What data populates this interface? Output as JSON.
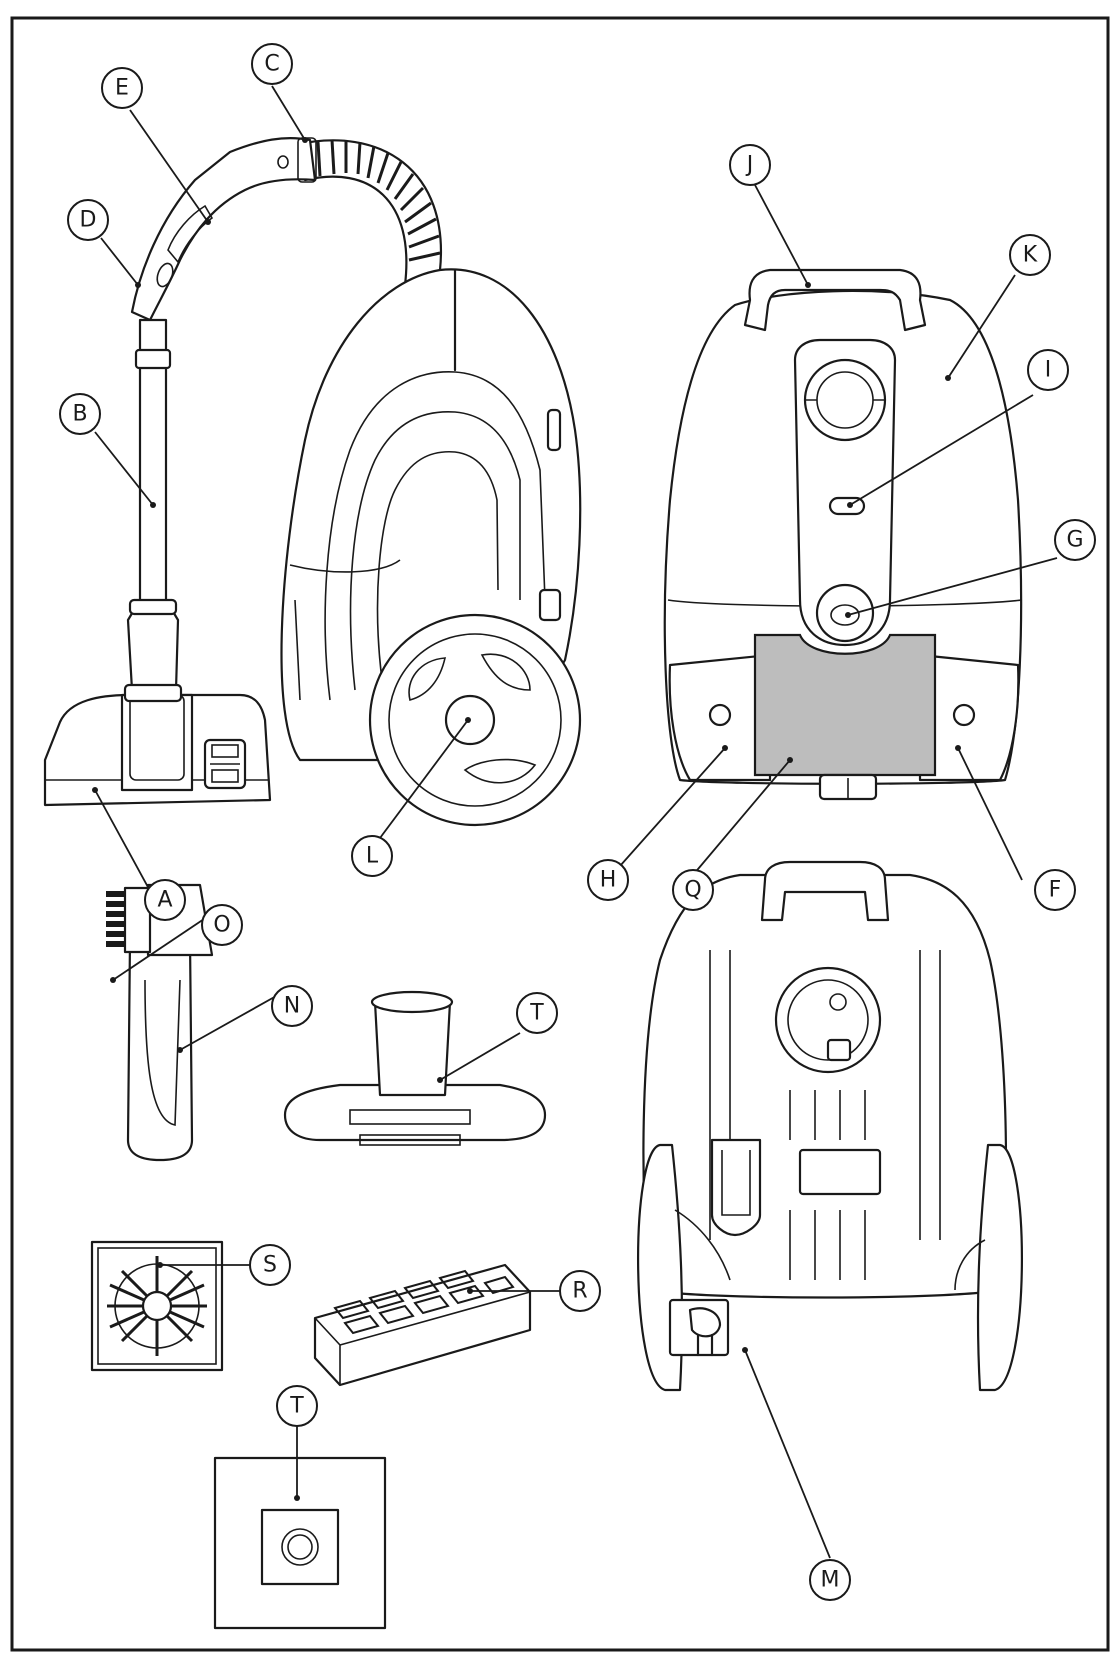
{
  "colors": {
    "ink": "#1a1a1a",
    "paper": "#ffffff"
  },
  "callouts": {
    "A": "A",
    "B": "B",
    "C": "C",
    "D": "D",
    "E": "E",
    "F": "F",
    "G": "G",
    "H": "H",
    "I": "I",
    "J": "J",
    "K": "K",
    "L": "L",
    "M": "M",
    "N": "N",
    "O": "O",
    "Q": "Q",
    "R": "R",
    "S": "S",
    "T_nozzle": "T",
    "T_bag": "T"
  }
}
